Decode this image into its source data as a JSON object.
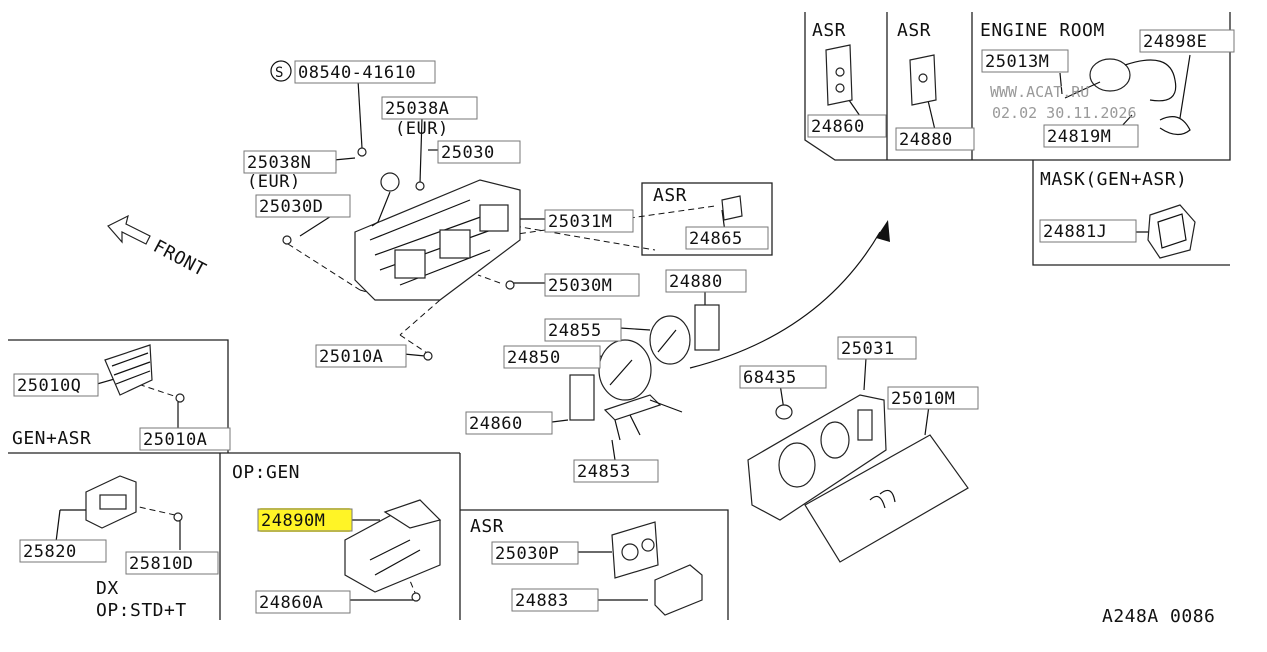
{
  "labels": {
    "p08540": "08540-41610",
    "p25038a": "25038A",
    "eur1": "(EUR)",
    "p25038n": "25038N",
    "eur2": "(EUR)",
    "p25030": "25030",
    "p25030d": "25030D",
    "p25031m": "25031M",
    "asr_top": "ASR",
    "p24865": "24865",
    "p25030m": "25030M",
    "p24880_mid": "24880",
    "p24855": "24855",
    "p24850": "24850",
    "p25010a_top": "25010A",
    "p25031": "25031",
    "p68435": "68435",
    "p25010m": "25010M",
    "p24860_mid": "24860",
    "p24853": "24853",
    "p25010q": "25010Q",
    "p25010a_left": "25010A",
    "gen_asr": "GEN+ASR",
    "op_gen": "OP:GEN",
    "p24890m": "24890M",
    "p24860a": "24860A",
    "p25820": "25820",
    "p25810d": "25810D",
    "dx": "DX",
    "op_std": "OP:STD+T",
    "asr_bottom": "ASR",
    "p25030p": "25030P",
    "p24883": "24883",
    "diagram_code": "A248A 0086",
    "asr_box1": "ASR",
    "p24860_box": "24860",
    "asr_box2": "ASR",
    "p24880_box": "24880",
    "engine_room": "ENGINE ROOM",
    "p24898e": "24898E",
    "p25013m": "25013M",
    "p24819m": "24819M",
    "mask": "MASK(GEN+ASR)",
    "p24881j": "24881J",
    "front": "FRONT",
    "std_symbol": "S"
  },
  "watermark": {
    "line1": "WWW.ACAT.RU",
    "line2": "02.02 30.11.2026"
  },
  "colors": {
    "highlight": "#fff200",
    "ink": "#111111",
    "label_border": "#777777"
  },
  "highlighted_part": "24890M"
}
